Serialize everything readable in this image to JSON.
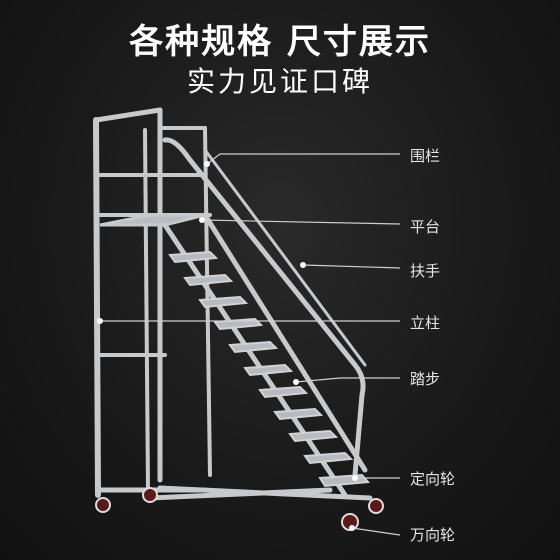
{
  "header": {
    "title": "各种规格 尺寸展示",
    "subtitle": "实力见证口碑"
  },
  "callouts": [
    {
      "label": "围栏"
    },
    {
      "label": "平台"
    },
    {
      "label": "扶手"
    },
    {
      "label": "立柱"
    },
    {
      "label": "踏步"
    },
    {
      "label": "定向轮"
    },
    {
      "label": "万向轮"
    }
  ],
  "colors": {
    "background": "#1a1a1a",
    "frame": "#c9ccd0",
    "leader_line": "#d0d0d0",
    "text": "#ffffff"
  }
}
